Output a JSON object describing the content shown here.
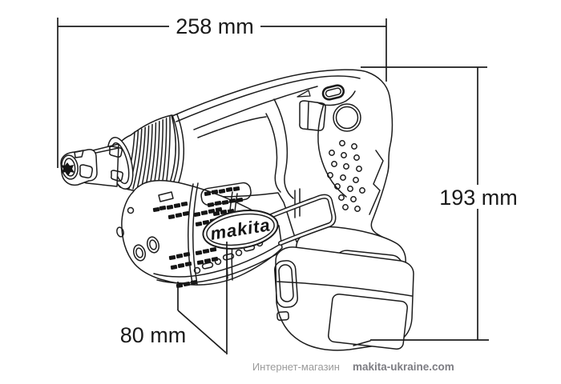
{
  "dimensions": {
    "width": {
      "label": "258 mm"
    },
    "height": {
      "label": "193 mm"
    },
    "depth": {
      "label": "80 mm"
    }
  },
  "branding": {
    "logo_text": "makita"
  },
  "watermark": {
    "store_label": "Интернет-магазин",
    "site": "makita-ukraine.com"
  },
  "colors": {
    "line": "#1c1c1c",
    "background": "#ffffff",
    "slot_fill": "#151515",
    "watermark_label": "#9b9b9b",
    "watermark_site": "#7d7d83"
  }
}
